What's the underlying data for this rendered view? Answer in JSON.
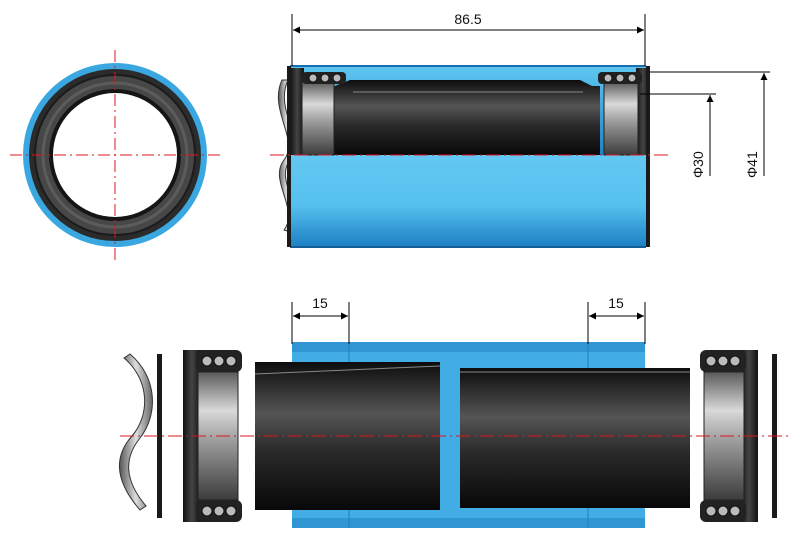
{
  "dimensions": {
    "overall_length": "86.5",
    "inner_diameter": "Φ30",
    "outer_diameter": "Φ41",
    "left_offset": "15",
    "right_offset": "15"
  },
  "colors": {
    "shell_blue": "#2f9ad8",
    "shell_blue_light": "#6ccdf4",
    "sleeve_dark": "#1d1d1d",
    "bearing_grey": "#8c8c8c",
    "centerline_red": "#e0141e"
  }
}
